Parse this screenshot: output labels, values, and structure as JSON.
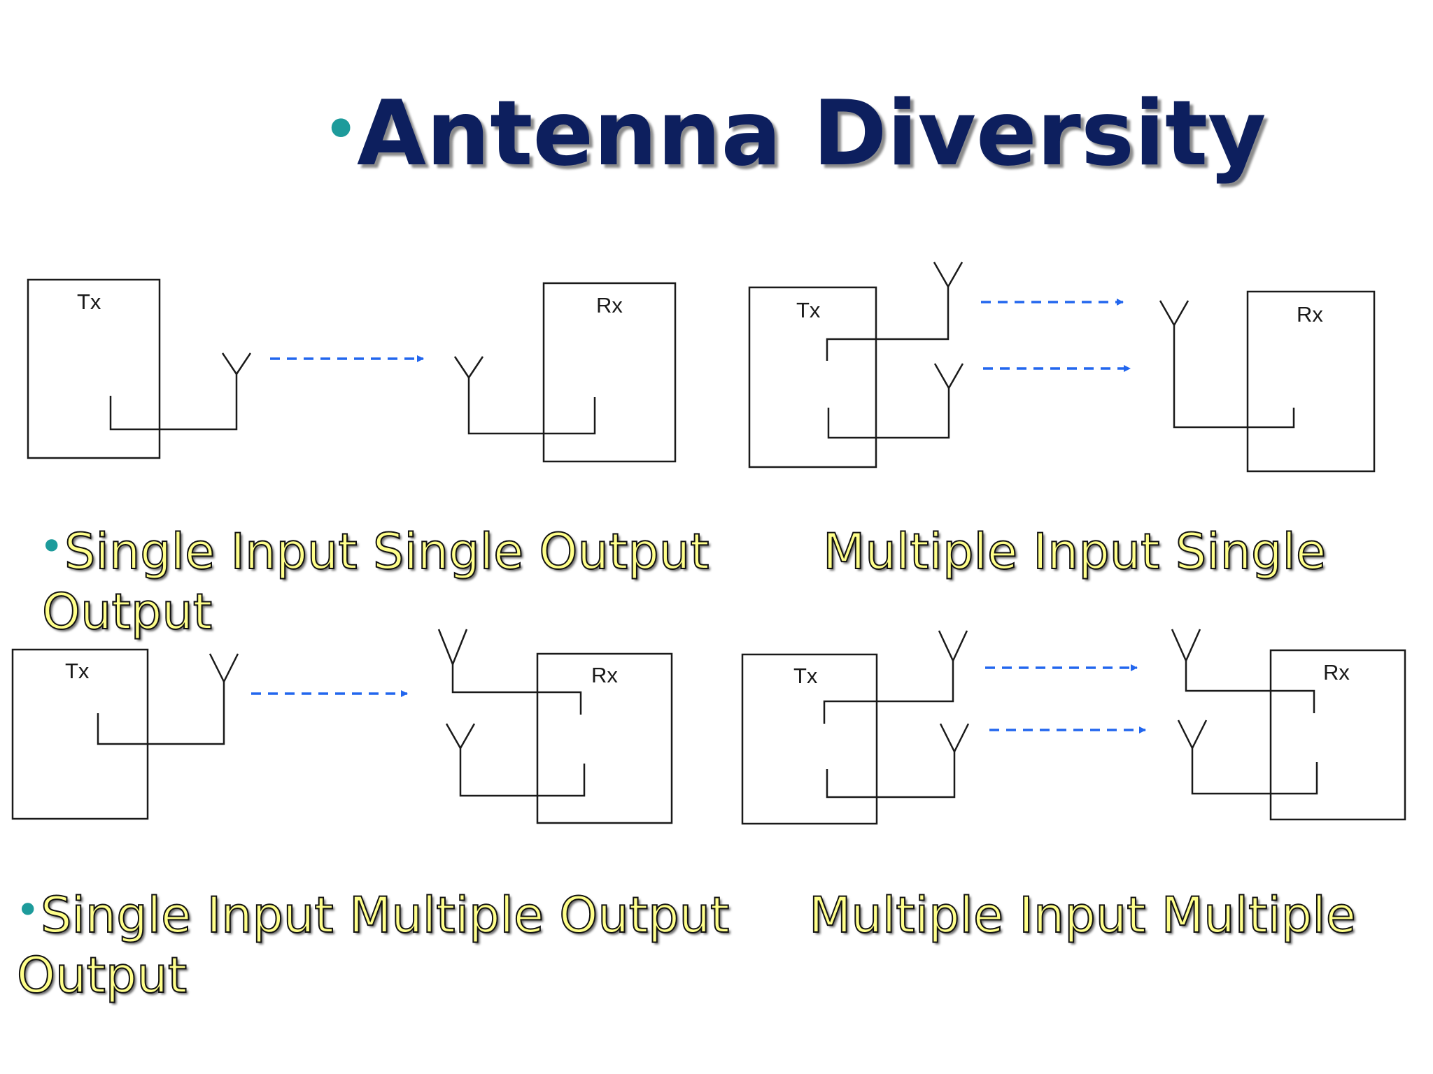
{
  "title": "Antenna Diversity",
  "colors": {
    "title": "#0d1f5e",
    "bullet": "#1d9b9b",
    "caption": "#ffff8a",
    "arrow": "#2266ee"
  },
  "labels": {
    "tx": "Tx",
    "rx": "Rx"
  },
  "captions": {
    "siso_line1": "Single Input Single Output",
    "siso_line2": "Output",
    "miso": "Multiple Input Single",
    "simo_line1": "Single Input Multiple Output",
    "simo_line2": "Output",
    "mimo": "Multiple Input Multiple"
  }
}
